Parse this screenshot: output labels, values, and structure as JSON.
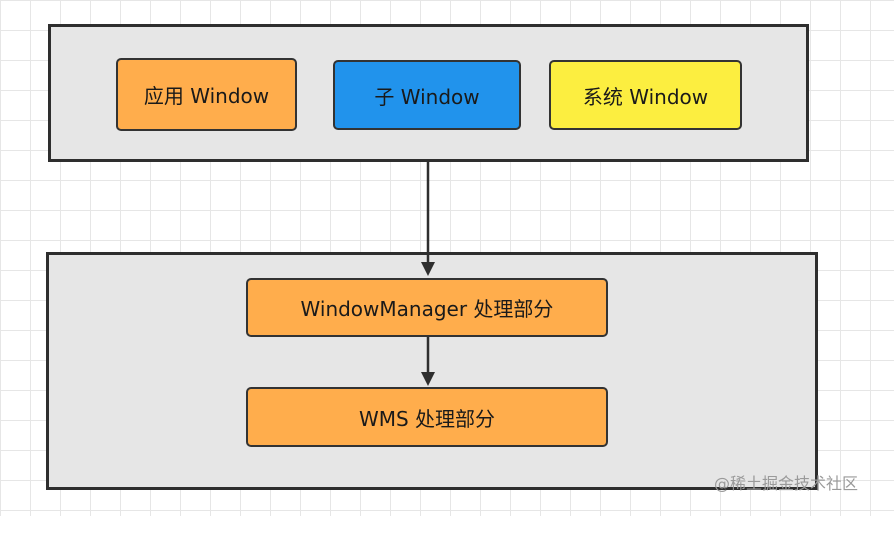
{
  "diagram": {
    "top_group": {
      "nodes": [
        {
          "label": "应用 Window",
          "color": "#ffad4c"
        },
        {
          "label": "子 Window",
          "color": "#2193ec"
        },
        {
          "label": "系统 Window",
          "color": "#fcee40"
        }
      ],
      "background": "#e6e6e6"
    },
    "bottom_group": {
      "nodes": [
        {
          "label": "WindowManager 处理部分",
          "color": "#ffad4c"
        },
        {
          "label": "WMS 处理部分",
          "color": "#ffad4c"
        }
      ],
      "background": "#e6e6e6"
    },
    "edges": [
      {
        "from": "top_group",
        "to": "WindowManager 处理部分"
      },
      {
        "from": "WindowManager 处理部分",
        "to": "WMS 处理部分"
      }
    ]
  },
  "watermark": "@稀土掘金技术社区"
}
